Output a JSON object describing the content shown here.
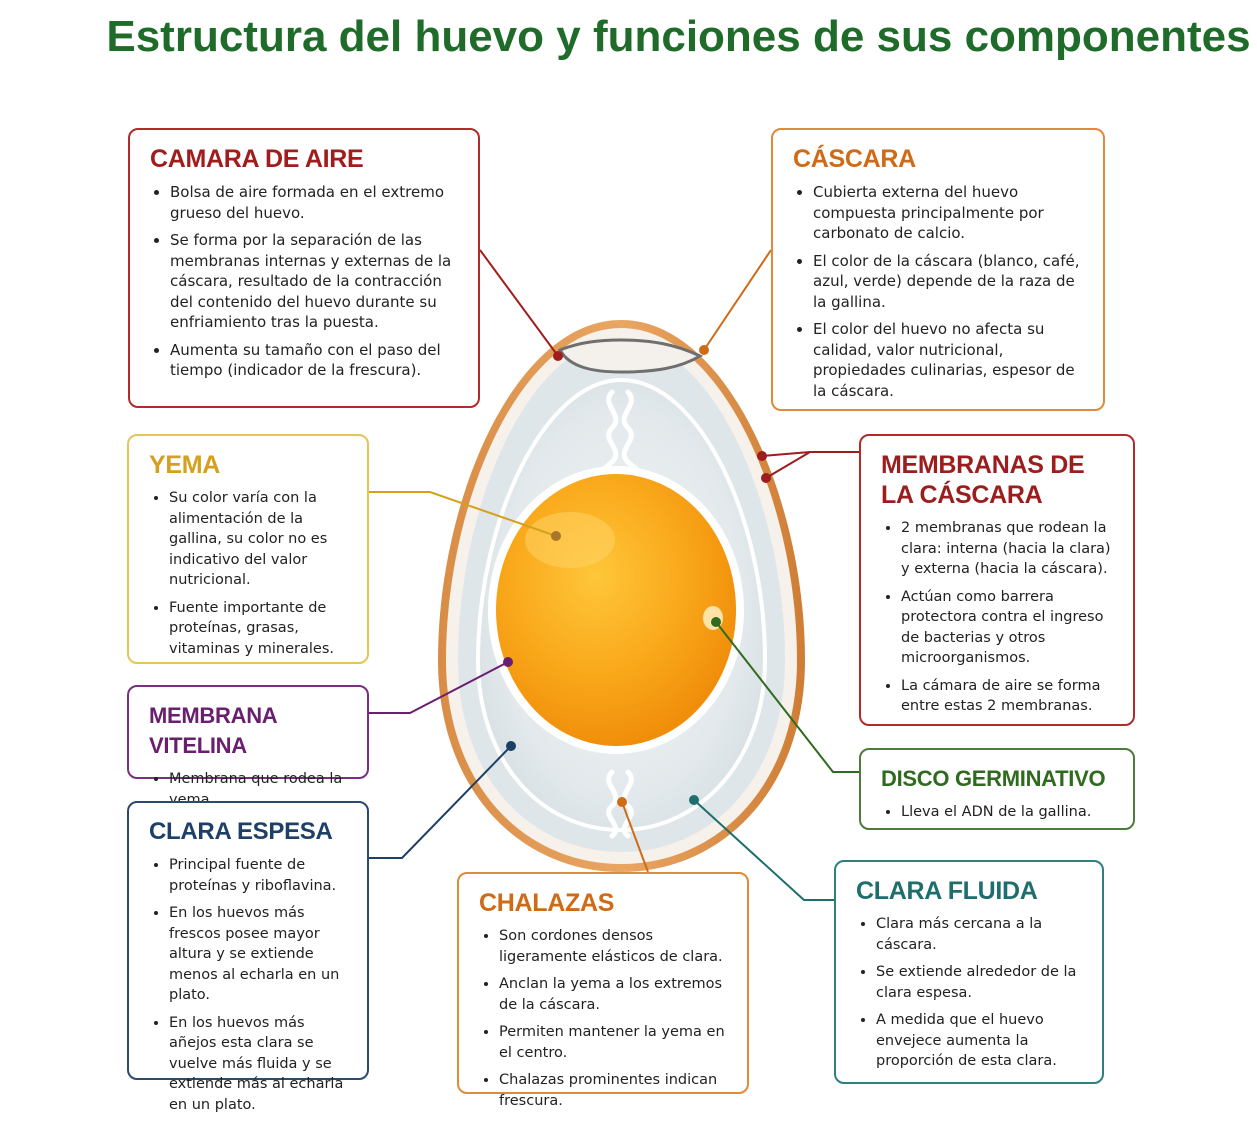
{
  "title": "Estructura del huevo y funciones de sus componentes",
  "colors": {
    "title": "#1e6b2a",
    "camara": "#a11d1d",
    "cascara": "#cf6a17",
    "yema": "#d6a01c",
    "membranas": "#9b1d1d",
    "vitelina": "#6a1f6e",
    "disco": "#2f6b1e",
    "clara_espesa": "#1e3f66",
    "chalazas": "#cf6a17",
    "clara_fluida": "#1e6e6e"
  },
  "boxes": {
    "camara": {
      "title": "CAMARA DE AIRE",
      "items": [
        "Bolsa de aire formada en el extremo grueso del huevo.",
        "Se forma por la separación de las membranas internas y externas de la cáscara, resultado de la contracción del contenido del huevo durante su enfriamiento tras la puesta.",
        "Aumenta su tamaño con el paso del tiempo (indicador de la frescura)."
      ]
    },
    "cascara": {
      "title": "CÁSCARA",
      "items": [
        "Cubierta externa del huevo compuesta principalmente por carbonato de calcio.",
        "El color de la cáscara (blanco, café, azul, verde) depende de la raza de la gallina.",
        "El color del huevo no afecta su calidad, valor nutricional, propiedades culinarias, espesor de la cáscara."
      ]
    },
    "yema": {
      "title": "YEMA",
      "items": [
        "Su color varía con la alimentación de la gallina, su color no es indicativo del valor nutricional.",
        "Fuente importante de proteínas, grasas, vitaminas y minerales."
      ]
    },
    "membranas": {
      "title": "MEMBRANAS DE LA CÁSCARA",
      "items": [
        "2 membranas que rodean la clara: interna (hacia la clara) y externa (hacia la cáscara).",
        "Actúan como barrera protectora contra el ingreso de bacterias y otros microorganismos.",
        "La cámara de aire se forma entre estas 2 membranas."
      ]
    },
    "vitelina": {
      "title": "MEMBRANA VITELINA",
      "items": [
        "Membrana que rodea la yema."
      ]
    },
    "disco": {
      "title": "DISCO GERMINATIVO",
      "items": [
        "Lleva el ADN de la gallina."
      ]
    },
    "clara_espesa": {
      "title": "CLARA ESPESA",
      "items": [
        "Principal fuente de proteínas y riboflavina.",
        "En los huevos más frescos posee mayor altura y se extiende menos al echarla en un plato.",
        "En los huevos más añejos esta clara se vuelve más fluida y se extiende más al echarla en un plato."
      ]
    },
    "chalazas": {
      "title": "CHALAZAS",
      "items": [
        "Son cordones densos ligeramente elásticos de clara.",
        "Anclan la yema a los extremos de la cáscara.",
        "Permiten mantener la yema en el centro.",
        "Chalazas prominentes indican frescura."
      ]
    },
    "clara_fluida": {
      "title": "CLARA FLUIDA",
      "items": [
        "Clara más cercana a la cáscara.",
        "Se extiende alrededor de la clara espesa.",
        "A medida que el huevo envejece aumenta la proporción de esta clara."
      ]
    }
  }
}
